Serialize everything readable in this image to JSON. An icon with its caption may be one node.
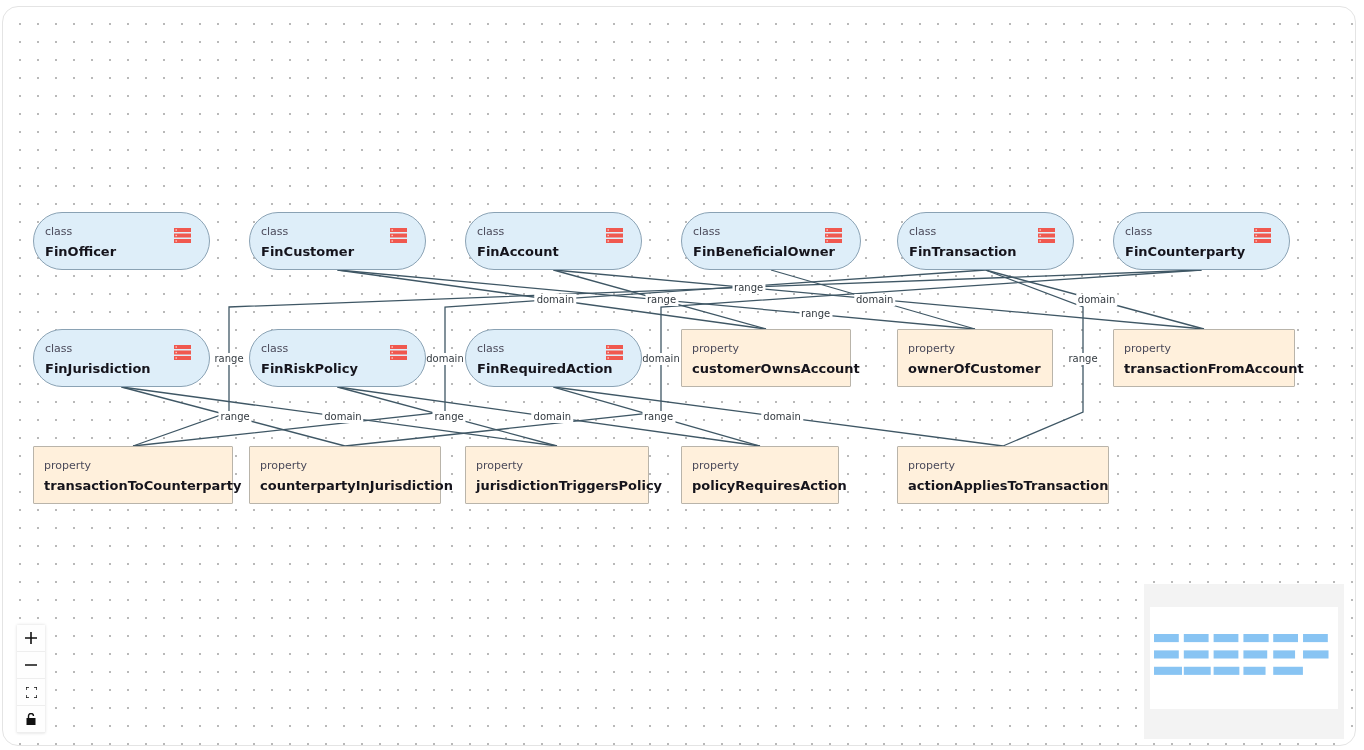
{
  "diagram": {
    "nodes": [
      {
        "text": [
          "class",
          "FinOfficer"
        ]
      },
      {
        "text": [
          "class",
          "FinCustomer"
        ]
      },
      {
        "text": [
          "class",
          "FinAccount"
        ]
      },
      {
        "text": [
          "class",
          "FinBeneficialOwner"
        ]
      },
      {
        "text": [
          "class",
          "FinTransaction"
        ]
      },
      {
        "text": [
          "class",
          "FinCounterparty"
        ]
      },
      {
        "text": [
          "class",
          "FinJurisdiction"
        ]
      },
      {
        "text": [
          "class",
          "FinRiskPolicy"
        ]
      },
      {
        "text": [
          "class",
          "FinRequiredAction"
        ]
      },
      {
        "text": [
          "property",
          "customerOwnsAccount"
        ]
      },
      {
        "text": [
          "property",
          "ownerOfCustomer"
        ]
      },
      {
        "text": [
          "property",
          "transactionFromAccount"
        ]
      },
      {
        "text": [
          "property",
          "transactionToCounterparty"
        ]
      },
      {
        "text": [
          "property",
          "counterpartyInJurisdiction"
        ]
      },
      {
        "text": [
          "property",
          "jurisdictionTriggersPolicy"
        ]
      },
      {
        "text": [
          "property",
          "policyRequiresAction"
        ]
      },
      {
        "text": [
          "property",
          "actionAppliesToTransaction"
        ]
      }
    ],
    "edges": [
      {
        "from": 1,
        "to": 9,
        "arrow": "none",
        "label": "domain"
      },
      {
        "from": 2,
        "to": 9,
        "arrow": "none",
        "label": "range"
      },
      {
        "from": 3,
        "to": 10,
        "arrow": "none",
        "label": "domain"
      },
      {
        "from": 1,
        "to": 10,
        "arrow": "none",
        "label": "range"
      },
      {
        "from": 4,
        "to": 11,
        "arrow": "none",
        "label": "domain"
      },
      {
        "from": 2,
        "to": 11,
        "arrow": "none",
        "label": "range"
      },
      {
        "from": 4,
        "to": 12,
        "arrow": "none",
        "label": "domain"
      },
      {
        "from": 5,
        "to": 12,
        "arrow": "none",
        "label": "range"
      },
      {
        "from": 5,
        "to": 13,
        "arrow": "none",
        "label": "domain"
      },
      {
        "from": 6,
        "to": 13,
        "arrow": "none",
        "label": "range"
      },
      {
        "from": 6,
        "to": 14,
        "arrow": "none",
        "label": "domain"
      },
      {
        "from": 7,
        "to": 14,
        "arrow": "none",
        "label": "range"
      },
      {
        "from": 7,
        "to": 15,
        "arrow": "none",
        "label": "domain"
      },
      {
        "from": 8,
        "to": 15,
        "arrow": "none",
        "label": "range"
      },
      {
        "from": 8,
        "to": 16,
        "arrow": "none",
        "label": "domain"
      },
      {
        "from": 4,
        "to": 16,
        "arrow": "none",
        "label": "range"
      }
    ]
  }
}
